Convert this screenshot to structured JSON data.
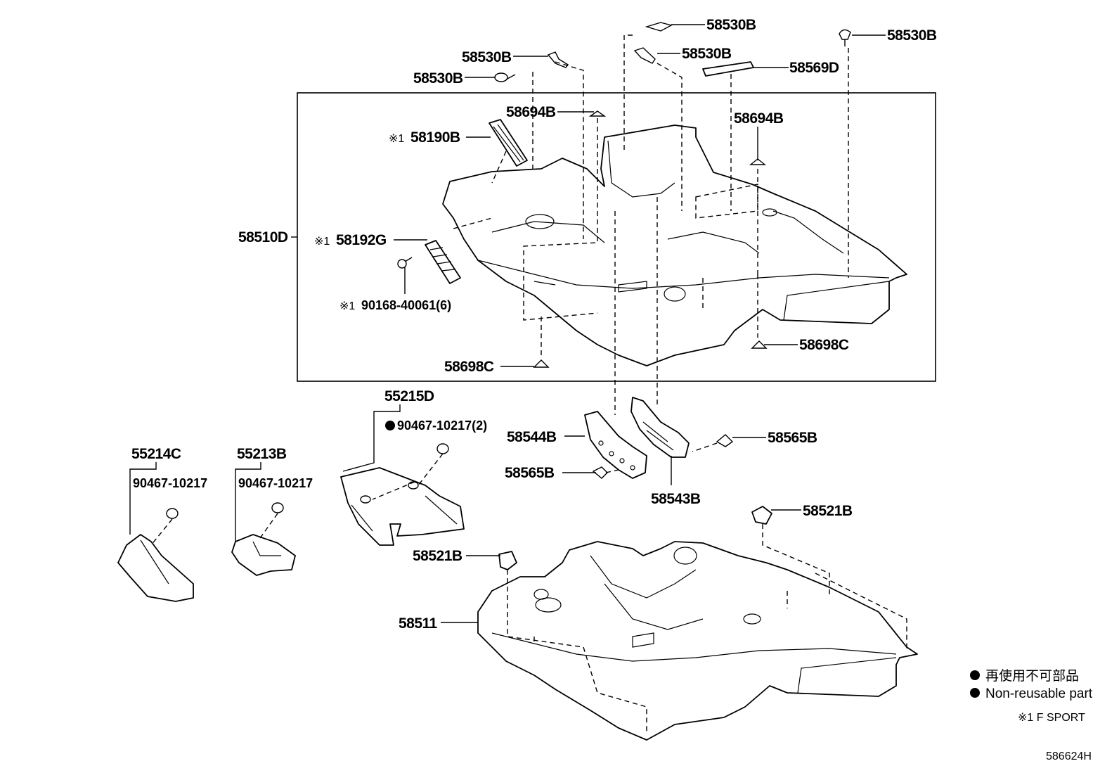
{
  "labels": {
    "c58530B_a": "58530B",
    "c58530B_b": "58530B",
    "c58530B_c": "58530B",
    "c58530B_d": "58530B",
    "c58530B_e": "58530B",
    "c58569D": "58569D",
    "c58694B_a": "58694B",
    "c58694B_b": "58694B",
    "c58190B": "58190B",
    "c58190B_mark": "※1",
    "c58510D": "58510D",
    "c58192G": "58192G",
    "c58192G_mark": "※1",
    "c90168": "90168-40061(6)",
    "c90168_mark": "※1",
    "c58698C_a": "58698C",
    "c58698C_b": "58698C",
    "c55215D": "55215D",
    "c90467_2": "90467-10217(2)",
    "c55214C": "55214C",
    "c55213B": "55213B",
    "c90467_a": "90467-10217",
    "c90467_b": "90467-10217",
    "c58544B": "58544B",
    "c58565B_a": "58565B",
    "c58565B_b": "58565B",
    "c58543B": "58543B",
    "c58521B_a": "58521B",
    "c58521B_b": "58521B",
    "c58511": "58511"
  },
  "legend": {
    "reuse_jp": "再使用不可部品",
    "reuse_en": "Non-reusable part",
    "note": "※1 F SPORT"
  },
  "diagram_id": "586624H"
}
